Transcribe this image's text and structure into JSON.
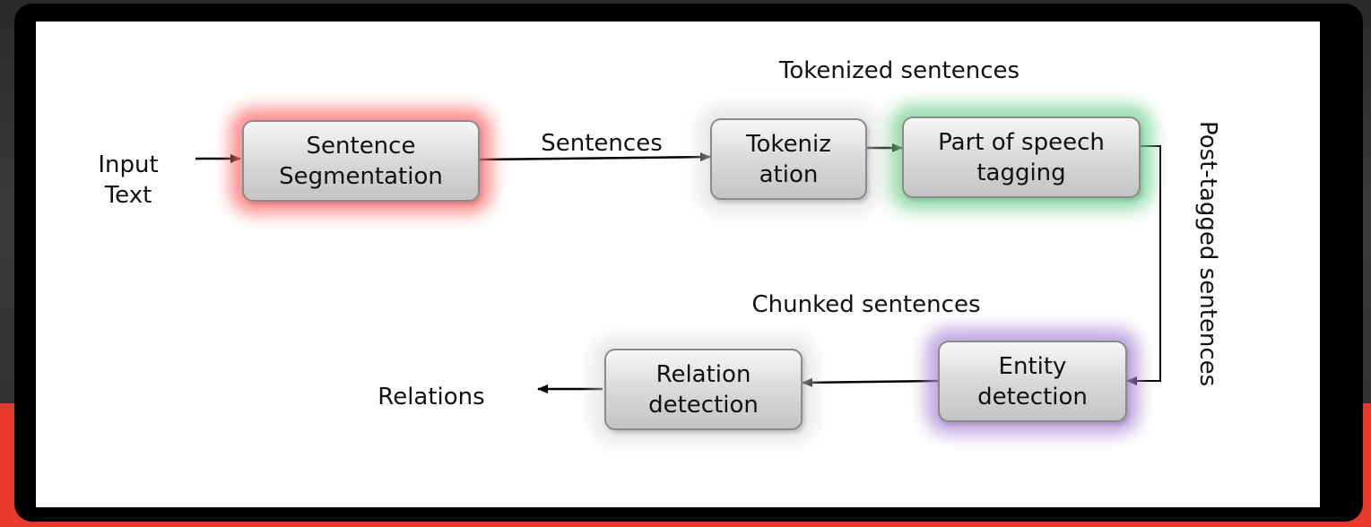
{
  "nodes": {
    "sentence_segmentation": "Sentence\nSegmentation",
    "tokenization": "Tokeniz\nation",
    "pos_tagging": "Part of speech\ntagging",
    "entity_detection": "Entity\ndetection",
    "relation_detection": "Relation\ndetection"
  },
  "labels": {
    "input_text": "Input\nText",
    "sentences": "Sentences",
    "tokenized_sentences": "Tokenized sentences",
    "post_tagged_sentences": "Post-tagged sentences",
    "chunked_sentences": "Chunked sentences",
    "relations": "Relations"
  },
  "colors": {
    "segmentation_glow": "#ff6e6e",
    "pos_glow": "#78d296",
    "entity_glow": "#af8cd7",
    "background_band": "#e8392c"
  }
}
